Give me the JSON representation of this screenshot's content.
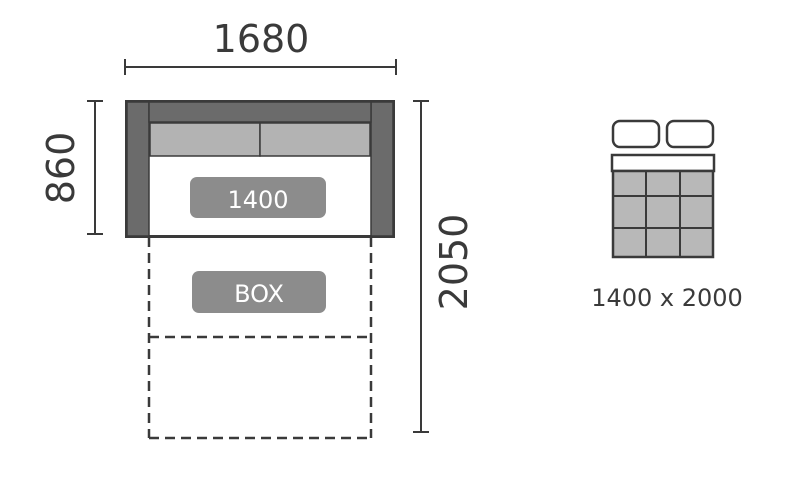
{
  "dimensions": {
    "width": "1680",
    "depth": "860",
    "extended_length": "2050"
  },
  "labels": {
    "mattress": "1400",
    "box": "BOX"
  },
  "bed_size": "1400 x 2000",
  "colors": {
    "line": "#3a3a3a",
    "frame_dark": "#6b6b6b",
    "cushion": "#b3b3b3",
    "label_bg": "#8c8c8c",
    "label_text": "#ffffff",
    "grid_fill": "#b8b8b8"
  }
}
